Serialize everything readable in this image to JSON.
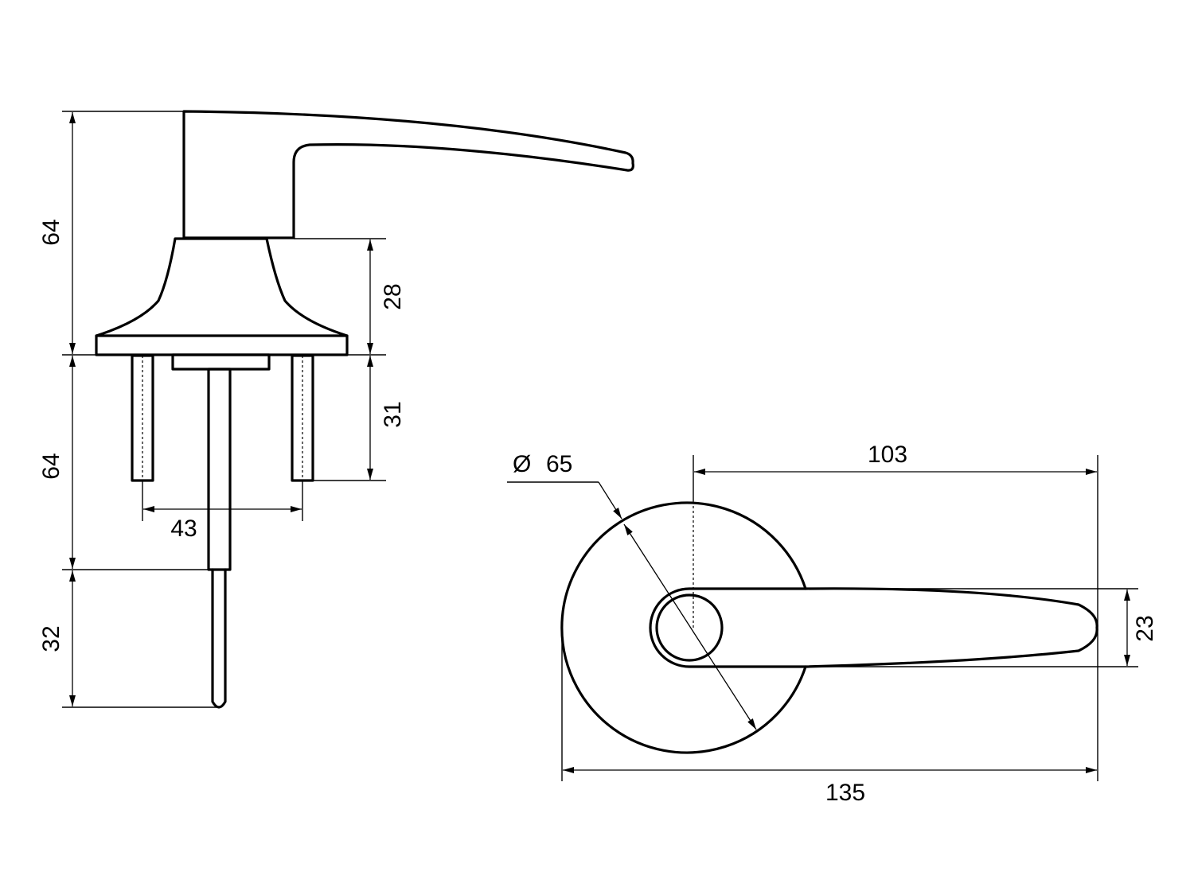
{
  "dimensions": {
    "side_view": {
      "overall_upper_height": "64",
      "rose_height": "28",
      "spindle_height": "64",
      "screw_length": "31",
      "screw_spacing": "43",
      "tip_length": "32"
    },
    "top_view": {
      "rose_diameter_symbol": "Ø",
      "rose_diameter": "65",
      "lever_reach": "103",
      "lever_width": "23",
      "overall_length": "135"
    }
  }
}
